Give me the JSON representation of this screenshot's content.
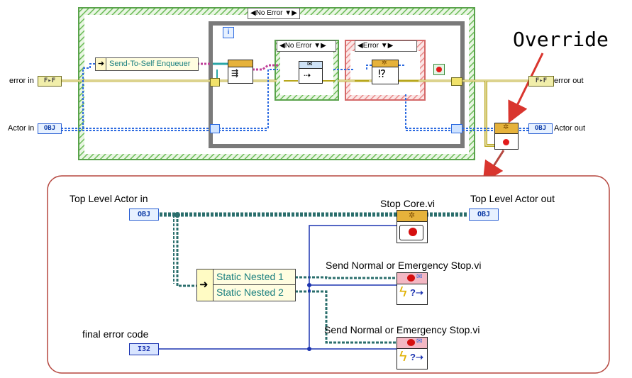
{
  "top_diagram": {
    "outer_case_selector": "No Error",
    "loop_iteration_label": "i",
    "inner_case1_selector": "No Error",
    "inner_case2_selector": "Error",
    "bundle_node_label": "Send-To-Self Enqueuer",
    "error_in_label": "error in",
    "error_out_label": "error out",
    "actor_in_label": "Actor in",
    "actor_out_label": "Actor out",
    "error_terminal_text": "F▸F",
    "obj_terminal_text": "OBJ",
    "override_label": "Override"
  },
  "bottom_diagram": {
    "top_level_actor_in": "Top Level Actor in",
    "top_level_actor_out": "Top Level Actor out",
    "stop_core_label": "Stop Core.vi",
    "send_stop_label_1": "Send Normal or Emergency Stop.vi",
    "send_stop_label_2": "Send Normal or Emergency Stop.vi",
    "nested_1": "Static Nested 1",
    "nested_2": "Static Nested 2",
    "final_error_code": "final error code",
    "i32_terminal_text": "I32",
    "obj_terminal_text": "OBJ"
  },
  "colors": {
    "error_wire": "#b8a71d",
    "class_wire": "#2d6be0",
    "enqueue_wire": "#27a8a8",
    "case_green": "#5fb85f",
    "case_red": "#e26a6a",
    "loop_gray": "#6e6e6e",
    "arrow_red": "#d9352e",
    "panel_border": "#b5473f",
    "actor_wire": "#2b6f6d"
  }
}
